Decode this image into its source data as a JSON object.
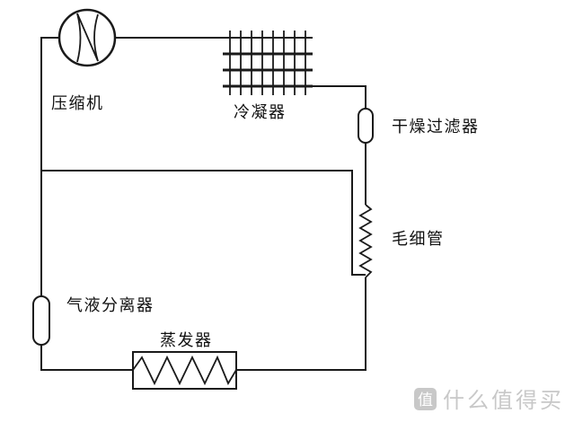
{
  "diagram": {
    "type": "refrigeration-cycle",
    "labels": {
      "compressor": "压缩机",
      "condenser": "冷凝器",
      "filter_drier": "干燥过滤器",
      "capillary": "毛细管",
      "separator": "气液分离器",
      "evaporator": "蒸发器"
    }
  },
  "watermark": {
    "logo_char": "值",
    "brand_text": "什么值得买"
  },
  "colors": {
    "line": "#1a1a1a",
    "background": "#ffffff",
    "watermark": "#c8c8c8"
  }
}
